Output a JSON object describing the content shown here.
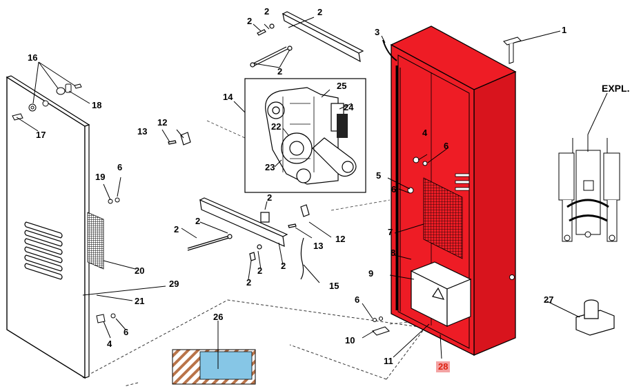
{
  "colors": {
    "cabinet": "#ee1c25",
    "cabinet_shadow": "#c40f18",
    "highlight_bg": "#f4a3a3",
    "highlight_text": "#d21f26",
    "seal_blue": "#86c6e6",
    "seal_brown": "#b9744a"
  },
  "labels": {
    "l1": "1",
    "l2a": "2",
    "l2b": "2",
    "l2c": "2",
    "l2d": "2",
    "l2e": "2",
    "l2f": "2",
    "l2g": "2",
    "l2h": "2",
    "l2i": "2",
    "l2j": "2",
    "l3": "3",
    "l4a": "4",
    "l4b": "4",
    "l5": "5",
    "l6a": "6",
    "l6b": "6",
    "l6c": "6",
    "l6d": "6",
    "l6e": "6",
    "l7": "7",
    "l8": "8",
    "l9": "9",
    "l10": "10",
    "l11": "11",
    "l12a": "12",
    "l12b": "12",
    "l13a": "13",
    "l13b": "13",
    "l14": "14",
    "l15": "15",
    "l16": "16",
    "l17": "17",
    "l18": "18",
    "l19": "19",
    "l20": "20",
    "l21": "21",
    "l22": "22",
    "l23": "23",
    "l24": "24",
    "l25": "25",
    "l26": "26",
    "l27": "27",
    "l28": "28",
    "l29": "29",
    "expl": "EXPL."
  }
}
